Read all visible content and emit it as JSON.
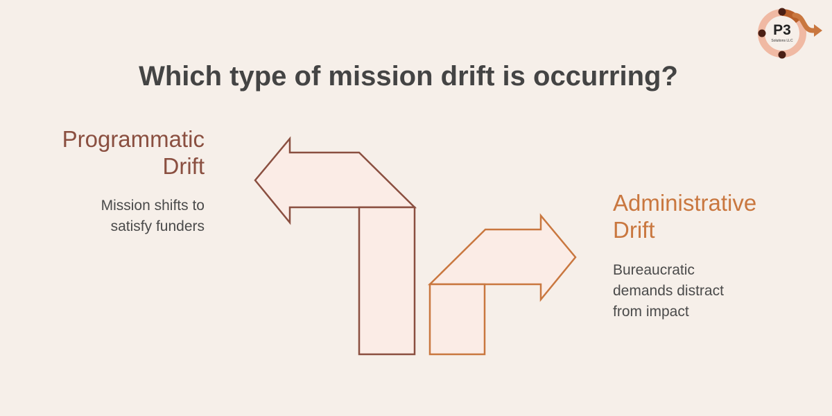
{
  "title": "Which type of mission drift is occurring?",
  "left": {
    "heading_line1": "Programmatic",
    "heading_line2": "Drift",
    "desc_line1": "Mission shifts to",
    "desc_line2": "satisfy funders"
  },
  "right": {
    "heading_line1": "Administrative",
    "heading_line2": "Drift",
    "desc_line1": "Bureaucratic",
    "desc_line2": "demands distract",
    "desc_line3": "from impact"
  },
  "logo": {
    "text": "P3",
    "subtext": "Solutions LLC"
  },
  "colors": {
    "background": "#f6efe9",
    "left_accent": "#8a4f40",
    "right_accent": "#c9773f",
    "arrow_fill": "#fbece6"
  }
}
